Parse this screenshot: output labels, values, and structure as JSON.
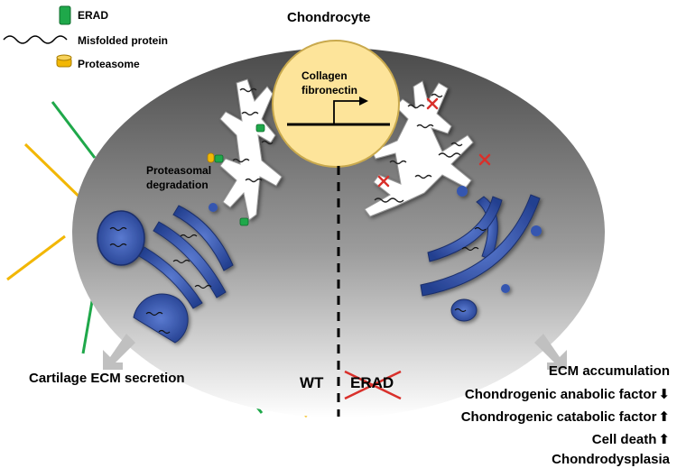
{
  "legend": {
    "erad": "ERAD",
    "misfolded_protein": "Misfolded protein",
    "proteasome": "Proteasome"
  },
  "title": "Chondrocyte",
  "nucleus": {
    "line1": "Collagen",
    "line2": "fibronectin"
  },
  "left_side": {
    "degradation_line1": "Proteasomal",
    "degradation_line2": "degradation",
    "outcome": "Cartilage ECM secretion"
  },
  "divider": {
    "wt": "WT",
    "erad_knockout": "ERAD"
  },
  "right_side": {
    "outcomes": [
      {
        "text": "ECM accumulation",
        "arrow": ""
      },
      {
        "text": "Chondrogenic anabolic factor",
        "arrow": "down"
      },
      {
        "text": "Chondrogenic catabolic factor",
        "arrow": "up"
      },
      {
        "text": "Cell death",
        "arrow": "up"
      },
      {
        "text": "Chondrodysplasia",
        "arrow": ""
      }
    ]
  },
  "colors": {
    "erad": "#1fa84a",
    "proteasome": "#f2b705",
    "mitochondria": "#3557b0",
    "nucleus": "#fde49a",
    "cross": "#d9302b"
  }
}
